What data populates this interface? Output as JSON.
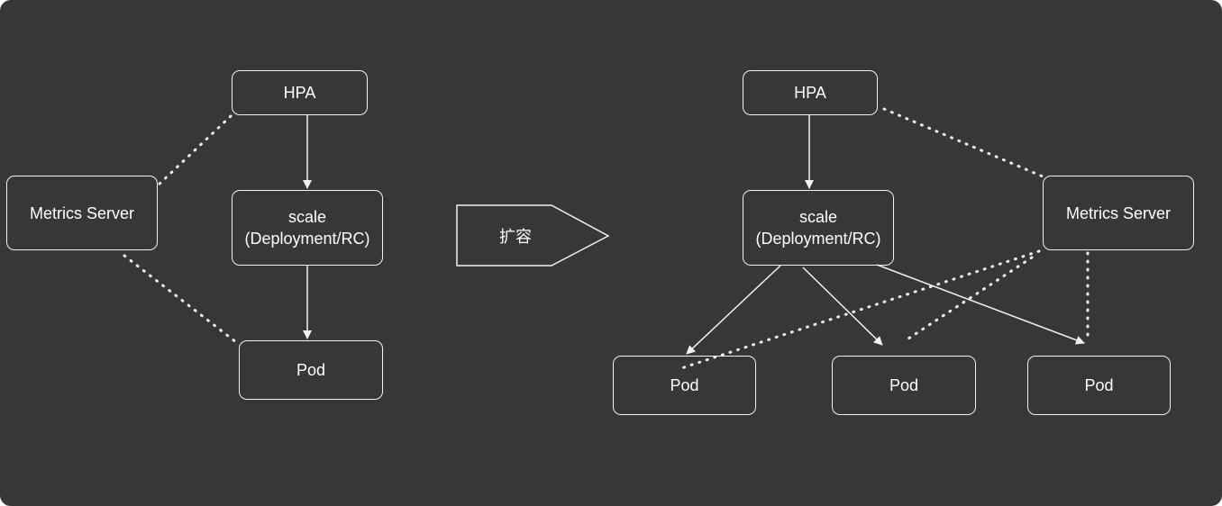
{
  "left": {
    "hpa": "HPA",
    "scale": {
      "line1": "scale",
      "line2": "(Deployment/RC)"
    },
    "pod": "Pod",
    "metrics": "Metrics Server"
  },
  "transition": {
    "label": "扩容"
  },
  "right": {
    "hpa": "HPA",
    "scale": {
      "line1": "scale",
      "line2": "(Deployment/RC)"
    },
    "metrics": "Metrics Server",
    "pods": [
      "Pod",
      "Pod",
      "Pod"
    ]
  },
  "colors": {
    "background": "#373737",
    "stroke": "#f2f2f2",
    "text": "#ffffff"
  }
}
